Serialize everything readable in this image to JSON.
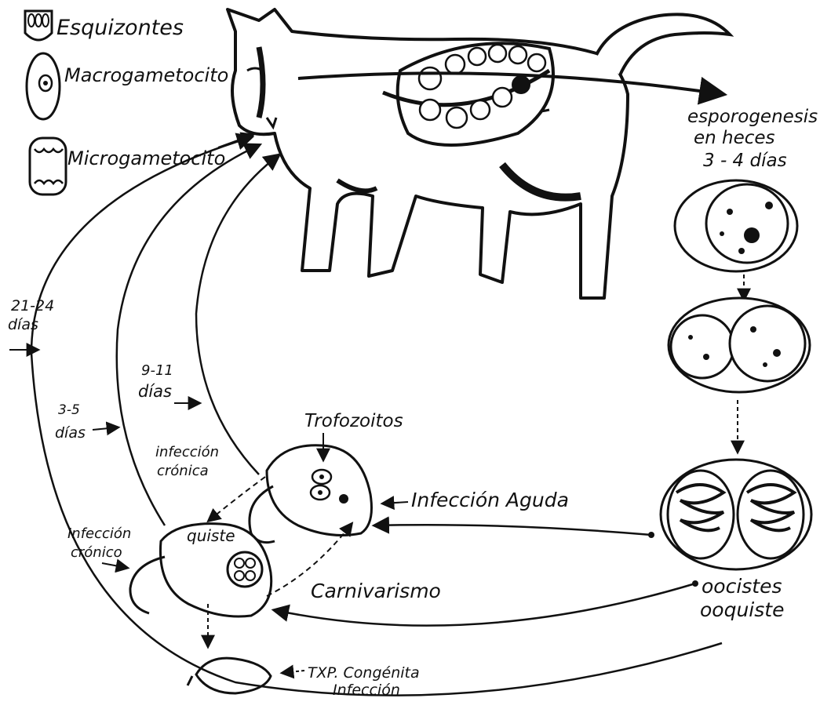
{
  "legend": {
    "schizonts": "Esquizontes",
    "macrogametocyte": "Macrogametocito",
    "microgametocyte": "Microgametocito"
  },
  "labels": {
    "sporogenesis_line1": "esporogenesis",
    "sporogenesis_line2": "en heces",
    "sporogenesis_line3": "3 - 4 días",
    "days_21_24_line1": "21-24",
    "days_21_24_line2": "días",
    "days_3_5_line1": "3-5",
    "days_3_5_line2": "días",
    "days_9_11_line1": "9-11",
    "days_9_11_line2": "días",
    "trophozoites": "Trofozoitos",
    "acute_infection": "Infección Aguda",
    "chronic_infection_a_line1": "infección",
    "chronic_infection_a_line2": "crónica",
    "chronic_infection_b_line1": "Infección",
    "chronic_infection_b_line2": "crónico",
    "cyst": "quiste",
    "carnivorism": "Carnivarismo",
    "oocysts_line1": "oocistes",
    "oocysts_line2": "ooquiste",
    "congenital_line1": "TXP. Congénita",
    "congenital_line2": "Infección"
  },
  "colors": {
    "ink": "#111111",
    "paper": "#ffffff"
  }
}
